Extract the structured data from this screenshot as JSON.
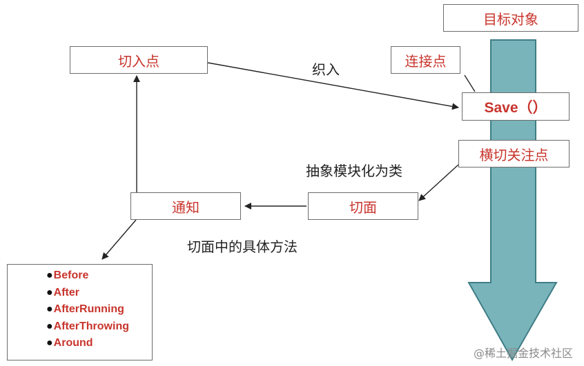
{
  "diagram": {
    "target_object": "目标对象",
    "join_point": "连接点",
    "save_method": "Save（）",
    "crosscutting_concern": "横切关注点",
    "pointcut": "切入点",
    "advice": "通知",
    "aspect": "切面",
    "label_weave": "织入",
    "label_abstract": "抽象模块化为类",
    "label_concrete_method": "切面中的具体方法",
    "advice_types": [
      "Before",
      "After",
      "AfterRunning",
      "AfterThrowing",
      "Around"
    ],
    "bullet": "●"
  },
  "watermark": "@稀土掘金技术社区",
  "colors": {
    "box_text": "#c8342c",
    "arrow_fill": "#6eaeb4",
    "arrow_stroke": "#3f7d86",
    "box_border": "#6b6b6b",
    "connector": "#222222"
  }
}
